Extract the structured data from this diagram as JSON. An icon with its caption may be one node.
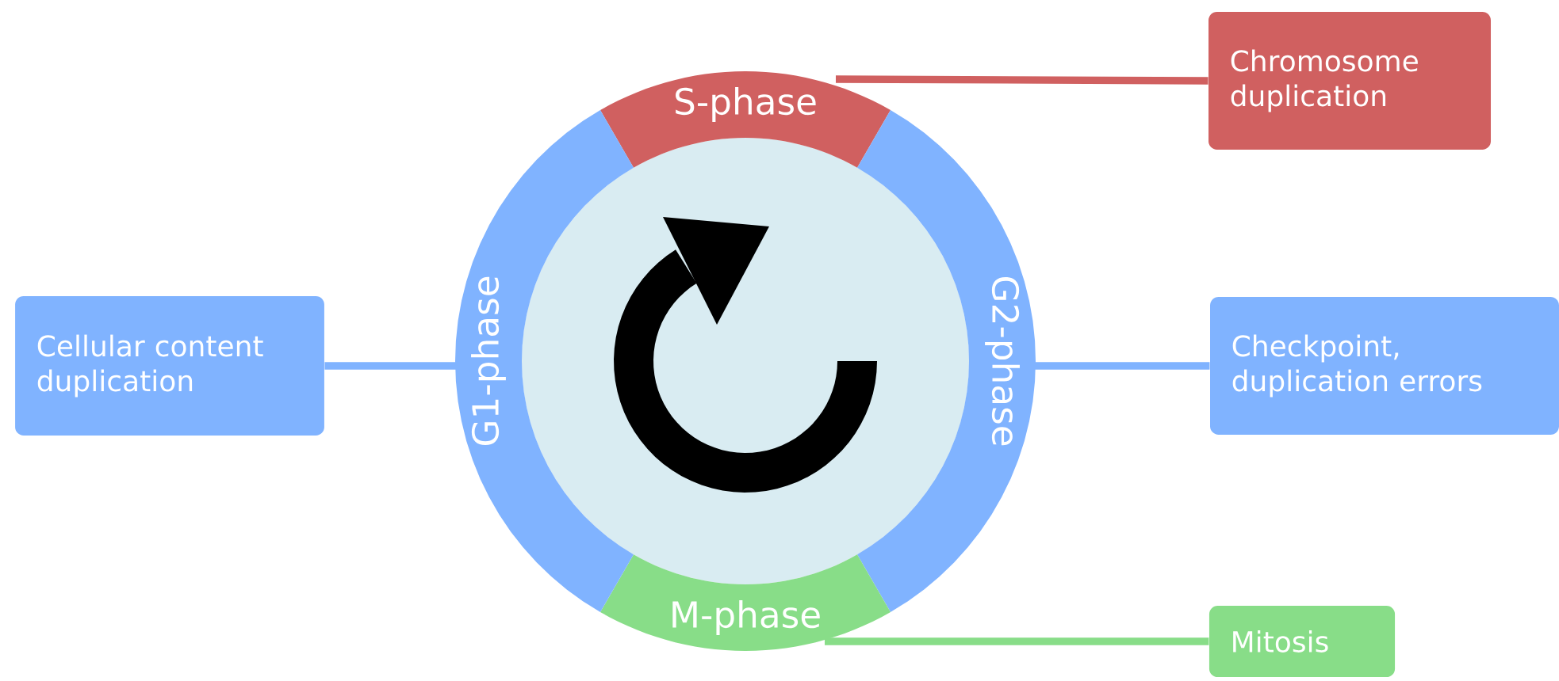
{
  "diagram": {
    "nodes": [
      {
        "text": [
          "S-phase"
        ]
      },
      {
        "text": [
          "G2-phase"
        ]
      },
      {
        "text": [
          "M-phase"
        ]
      },
      {
        "text": [
          "G1-phase"
        ]
      },
      {
        "text": [
          "Chromosome duplication"
        ]
      },
      {
        "text": [
          "Checkpoint, duplication errors"
        ]
      },
      {
        "text": [
          "Mitosis"
        ]
      },
      {
        "text": [
          "Cellular content duplication"
        ]
      }
    ],
    "edges": [
      {
        "from": 0,
        "to": 4,
        "arrow": "none",
        "color": "#d06060"
      },
      {
        "from": 1,
        "to": 5,
        "arrow": "none"
      },
      {
        "from": 2,
        "to": 6,
        "arrow": "none",
        "color": "#88dd88"
      },
      {
        "from": 3,
        "to": 7,
        "arrow": "none"
      }
    ]
  }
}
